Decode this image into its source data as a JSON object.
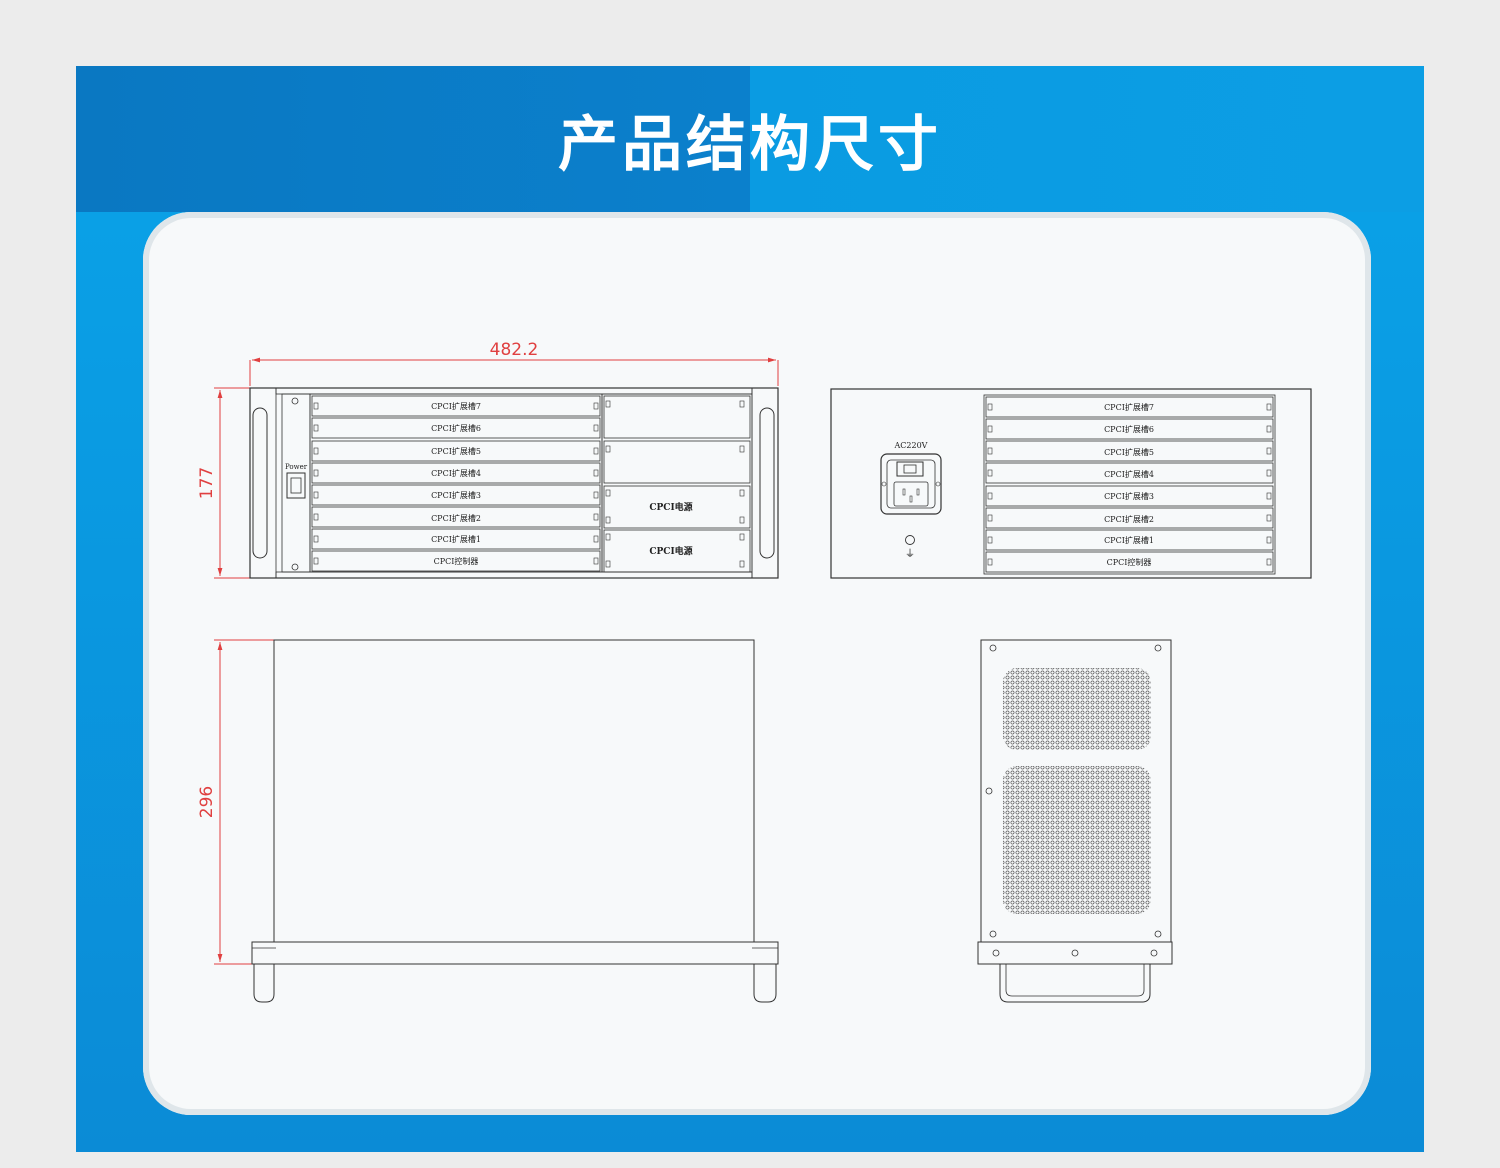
{
  "title": "产品结构尺寸",
  "dimensions": {
    "width": "482.2",
    "height": "177",
    "depth": "296"
  },
  "front_view": {
    "power_label": "Power",
    "slots": [
      "CPCI扩展槽7",
      "CPCI扩展槽6",
      "CPCI扩展槽5",
      "CPCI扩展槽4",
      "CPCI扩展槽3",
      "CPCI扩展槽2",
      "CPCI扩展槽1",
      "CPCI控制器"
    ],
    "power_modules": [
      "CPCI电源",
      "CPCI电源"
    ]
  },
  "rear_view": {
    "ac_label": "AC220V",
    "ground_symbol": "⏚",
    "slots": [
      "CPCI扩展槽7",
      "CPCI扩展槽6",
      "CPCI扩展槽5",
      "CPCI扩展槽4",
      "CPCI扩展槽3",
      "CPCI扩展槽2",
      "CPCI扩展槽1",
      "CPCI控制器"
    ]
  },
  "colors": {
    "panel_dark": "#0a78c2",
    "panel_light": "#0a9be2",
    "dimension_line": "#e04040",
    "outline": "#333333"
  }
}
